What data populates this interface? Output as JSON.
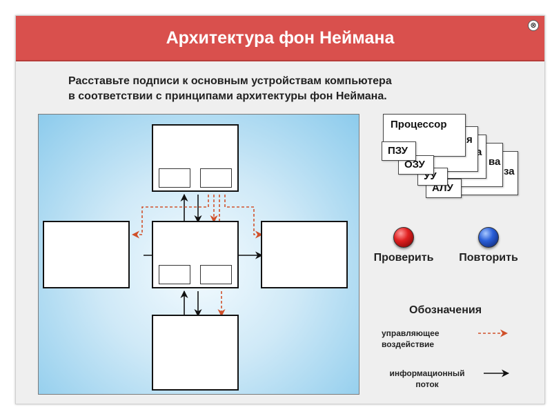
{
  "window": {
    "title": "Архитектура фон Неймана",
    "close_symbol": "⊗"
  },
  "instructions": {
    "line1": "Расставьте подписи к основным устройствам компьютера",
    "line2": "в соответствии с принципами архитектуры фон Неймана."
  },
  "label_cards": {
    "processor": "Процессор",
    "partial_ya": "я",
    "partial_a": "а",
    "partial_va": "ва",
    "partial_va2": "за",
    "pzu": "ПЗУ",
    "ozu": "ОЗУ",
    "uu": "УУ",
    "alu": "АЛУ"
  },
  "buttons": {
    "check": "Проверить",
    "retry": "Повторить"
  },
  "legend": {
    "title": "Обозначения",
    "control_line1": "управляющее",
    "control_line2": "воздействие",
    "info_line1": "информационный",
    "info_line2": "поток"
  },
  "colors": {
    "title_bar": "#d9504d",
    "control_arrow": "#d0502a",
    "info_arrow": "#111111",
    "check_button": "#e02020",
    "retry_button": "#2a5fd8"
  }
}
